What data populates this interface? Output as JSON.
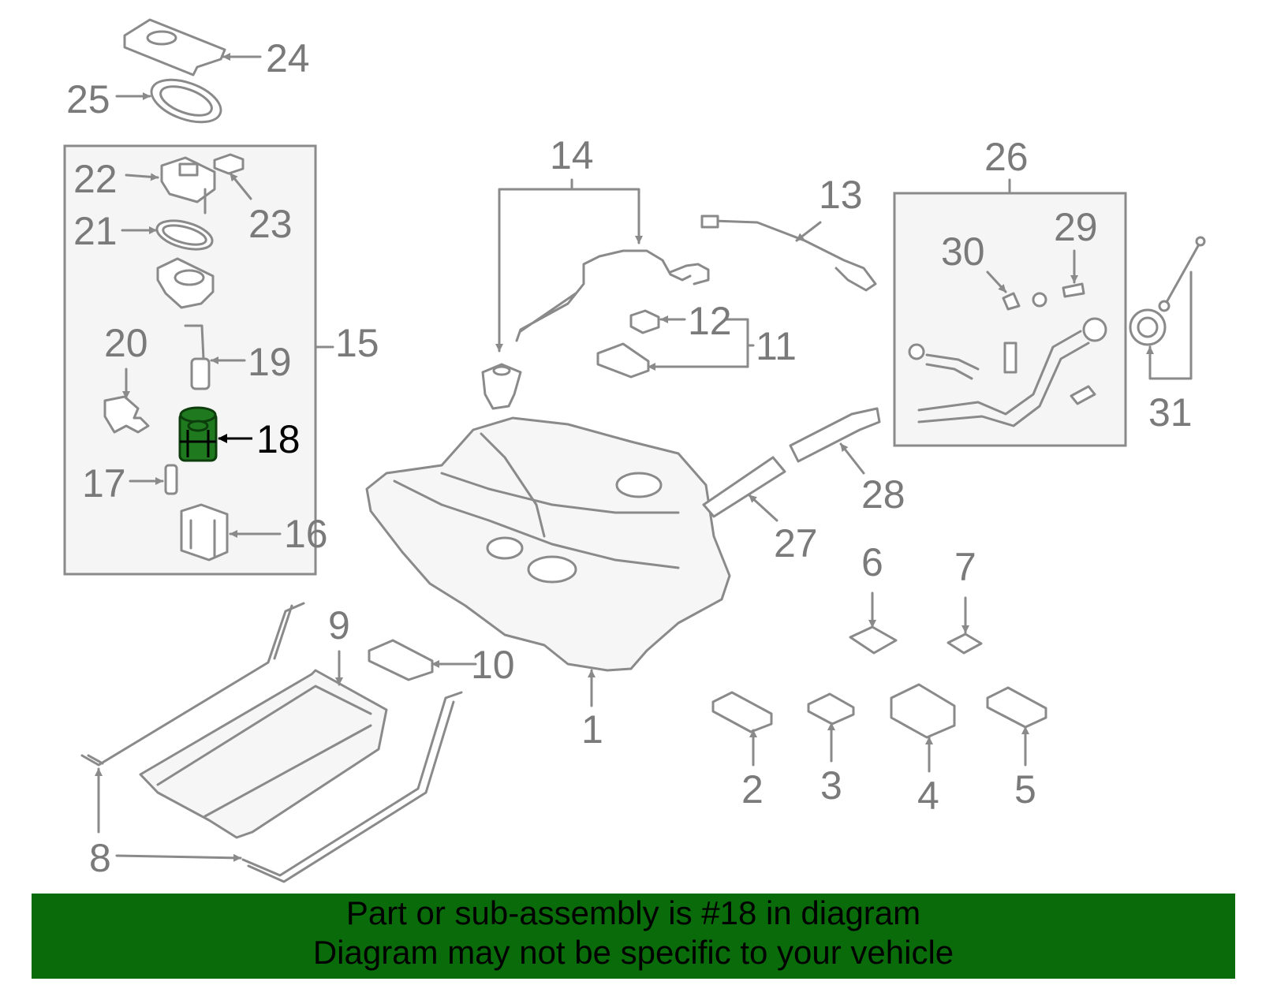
{
  "callouts": {
    "c1": "1",
    "c2": "2",
    "c3": "3",
    "c4": "4",
    "c5": "5",
    "c6": "6",
    "c7": "7",
    "c8": "8",
    "c9": "9",
    "c10": "10",
    "c11": "11",
    "c12": "12",
    "c13": "13",
    "c14": "14",
    "c15": "15",
    "c16": "16",
    "c17": "17",
    "c18": "18",
    "c19": "19",
    "c20": "20",
    "c21": "21",
    "c22": "22",
    "c23": "23",
    "c24": "24",
    "c25": "25",
    "c26": "26",
    "c27": "27",
    "c28": "28",
    "c29": "29",
    "c30": "30",
    "c31": "31"
  },
  "highlighted_part": "18",
  "highlight_color": "#1f7a1f",
  "banner": {
    "line1": "Part or sub-assembly is #18 in diagram",
    "line2": "Diagram may not be specific to your vehicle",
    "background": "#0a6b0a"
  }
}
